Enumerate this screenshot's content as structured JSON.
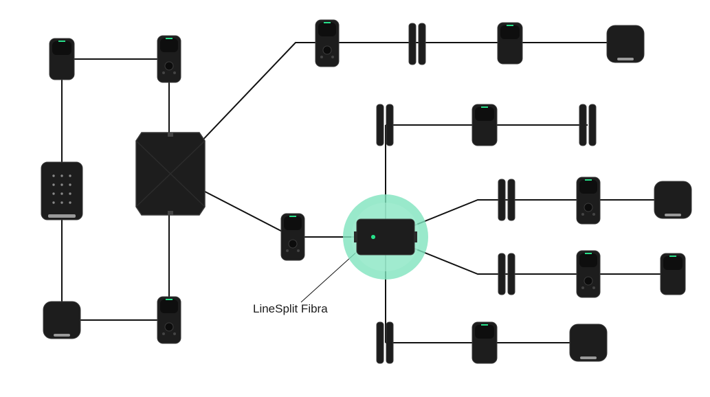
{
  "diagram": {
    "callout_label": "LineSplit Fibra",
    "colors": {
      "line": "#111111",
      "device": "#1d1d1d",
      "device_edge": "#3a3a3a",
      "glow": "#7fe3be",
      "led": "#27e08a"
    },
    "devices": [
      {
        "id": "hub",
        "kind": "hub",
        "icon": "fibra-hub-icon"
      },
      {
        "id": "linesplit",
        "kind": "linesplit",
        "icon": "linesplit-icon"
      },
      {
        "id": "keypad",
        "kind": "keypad",
        "icon": "keypad-icon"
      },
      {
        "id": "motion-a",
        "kind": "motion",
        "icon": "motion-detector-icon"
      },
      {
        "id": "motioncam-a",
        "kind": "motioncam",
        "icon": "motioncam-icon"
      },
      {
        "id": "motioncam-b",
        "kind": "motioncam",
        "icon": "motioncam-icon"
      },
      {
        "id": "siren-a",
        "kind": "siren",
        "icon": "siren-icon"
      },
      {
        "id": "motioncam-c",
        "kind": "motioncam",
        "icon": "motioncam-icon"
      },
      {
        "id": "door-a",
        "kind": "door",
        "icon": "door-contact-icon"
      },
      {
        "id": "motion-b",
        "kind": "motion",
        "icon": "motion-detector-icon"
      },
      {
        "id": "siren-b",
        "kind": "siren",
        "icon": "siren-icon"
      },
      {
        "id": "motioncam-d",
        "kind": "motioncam",
        "icon": "motioncam-icon"
      },
      {
        "id": "door-b",
        "kind": "door",
        "icon": "door-contact-icon"
      },
      {
        "id": "motion-c",
        "kind": "motion",
        "icon": "motion-detector-icon"
      },
      {
        "id": "door-c",
        "kind": "door",
        "icon": "door-contact-icon"
      },
      {
        "id": "door-d",
        "kind": "door",
        "icon": "door-contact-icon"
      },
      {
        "id": "motioncam-e",
        "kind": "motioncam",
        "icon": "motioncam-icon"
      },
      {
        "id": "siren-c",
        "kind": "siren",
        "icon": "siren-icon"
      },
      {
        "id": "door-e",
        "kind": "door",
        "icon": "door-contact-icon"
      },
      {
        "id": "motioncam-f",
        "kind": "motioncam",
        "icon": "motioncam-icon"
      },
      {
        "id": "motion-d",
        "kind": "motion",
        "icon": "motion-detector-icon"
      },
      {
        "id": "door-f",
        "kind": "door",
        "icon": "door-contact-icon"
      },
      {
        "id": "motion-e",
        "kind": "motion",
        "icon": "motion-detector-icon"
      },
      {
        "id": "siren-d",
        "kind": "siren",
        "icon": "siren-icon"
      }
    ]
  }
}
